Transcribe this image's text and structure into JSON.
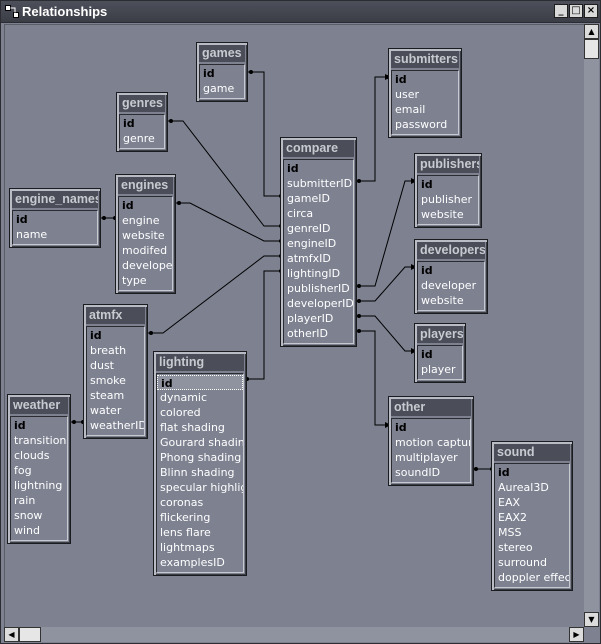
{
  "window": {
    "title": "Relationships",
    "controls": {
      "minimize": "_",
      "maximize": "□",
      "close": "×"
    }
  },
  "icons": {
    "app": "relationships-icon",
    "scroll_up": "arrow-up-icon",
    "scroll_down": "arrow-down-icon",
    "scroll_left": "arrow-left-icon",
    "scroll_right": "arrow-right-icon"
  },
  "colors": {
    "canvas": "#7d8190",
    "title_bar": "#3f424b",
    "table_header": "#4b4e58",
    "relationship_line": "#000000"
  },
  "tables": {
    "games": {
      "name": "games",
      "fields": [
        "id",
        "game"
      ]
    },
    "genres": {
      "name": "genres",
      "fields": [
        "id",
        "genre"
      ]
    },
    "engine_names": {
      "name": "engine_names",
      "fields": [
        "id",
        "name"
      ]
    },
    "engines": {
      "name": "engines",
      "fields": [
        "id",
        "engine",
        "website",
        "modifed",
        "developer",
        "type"
      ]
    },
    "submitters": {
      "name": "submitters",
      "fields": [
        "id",
        "user",
        "email",
        "password"
      ]
    },
    "compare": {
      "name": "compare",
      "fields": [
        "id",
        "submitterID",
        "gameID",
        "circa",
        "genreID",
        "engineID",
        "atmfxID",
        "lightingID",
        "publisherID",
        "developerID",
        "playerID",
        "otherID"
      ]
    },
    "publishers": {
      "name": "publishers",
      "fields": [
        "id",
        "publisher",
        "website"
      ]
    },
    "developers": {
      "name": "developers",
      "fields": [
        "id",
        "developer",
        "website"
      ]
    },
    "players": {
      "name": "players",
      "fields": [
        "id",
        "player"
      ]
    },
    "atmfx": {
      "name": "atmfx",
      "fields": [
        "id",
        "breath",
        "dust",
        "smoke",
        "steam",
        "water",
        "weatherID"
      ]
    },
    "lighting": {
      "name": "lighting",
      "fields": [
        "id",
        "dynamic",
        "colored",
        "flat shading",
        "Gourard shading",
        "Phong shading",
        "Blinn shading",
        "specular highlight",
        "coronas",
        "flickering",
        "lens flare",
        "lightmaps",
        "examplesID"
      ]
    },
    "weather": {
      "name": "weather",
      "fields": [
        "id",
        "transitions",
        "clouds",
        "fog",
        "lightning",
        "rain",
        "snow",
        "wind"
      ]
    },
    "other": {
      "name": "other",
      "fields": [
        "id",
        "motion capture",
        "multiplayer",
        "soundID"
      ]
    },
    "sound": {
      "name": "sound",
      "fields": [
        "id",
        "Aureal3D",
        "EAX",
        "EAX2",
        "MSS",
        "stereo",
        "surround",
        "doppler effect"
      ]
    }
  }
}
